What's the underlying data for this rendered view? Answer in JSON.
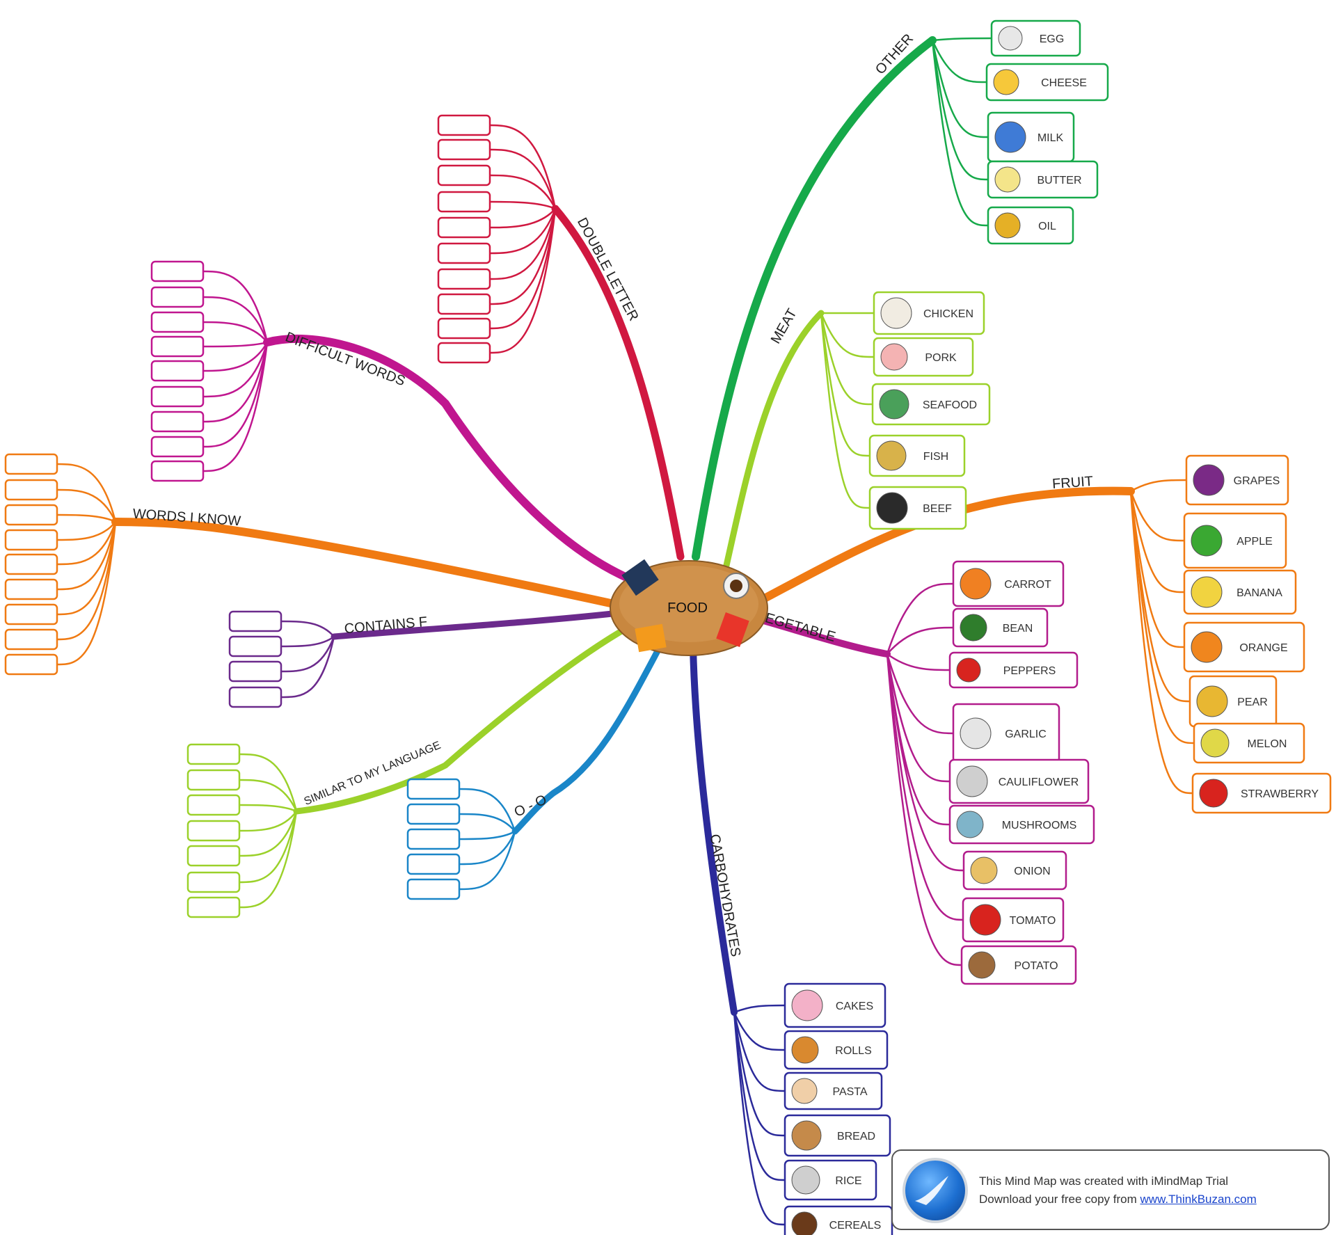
{
  "center": {
    "label": "FOOD"
  },
  "branches": {
    "other": {
      "label": "OTHER",
      "color": "#16a94a",
      "items": [
        "EGG",
        "CHEESE",
        "MILK",
        "BUTTER",
        "OIL"
      ]
    },
    "meat": {
      "label": "MEAT",
      "color": "#9bd12a",
      "items": [
        "CHICKEN",
        "PORK",
        "SEAFOOD",
        "FISH",
        "BEEF"
      ]
    },
    "fruit": {
      "label": "FRUIT",
      "color": "#f07a12",
      "items": [
        "GRAPES",
        "APPLE",
        "BANANA",
        "ORANGE",
        "PEAR",
        "MELON",
        "STRAWBERRY"
      ]
    },
    "vegetable": {
      "label": "VEGETABLE",
      "color": "#b21c8c",
      "items": [
        "CARROT",
        "BEAN",
        "PEPPERS",
        "GARLIC",
        "CAULIFLOWER",
        "MUSHROOMS",
        "ONION",
        "TOMATO",
        "POTATO"
      ]
    },
    "carbohydrates": {
      "label": "CARBOHYDRATES",
      "color": "#2b2a9a",
      "items": [
        "CAKES",
        "ROLLS",
        "PASTA",
        "BREAD",
        "RICE",
        "CEREALS"
      ]
    },
    "double_letter": {
      "label": "DOUBLE LETTER",
      "color": "#d01840",
      "blank_count": 10
    },
    "difficult_words": {
      "label": "DIFFICULT WORDS",
      "color": "#c0168f",
      "blank_count": 9
    },
    "words_i_know": {
      "label": "WORDS I KNOW",
      "color": "#f07a12",
      "blank_count": 9
    },
    "contains_f": {
      "label": "CONTAINS F",
      "color": "#6b2a8c",
      "blank_count": 4
    },
    "similar_to_my_language": {
      "label": "SIMILAR TO MY LANGUAGE",
      "color": "#9bd12a",
      "blank_count": 7
    },
    "o_o": {
      "label": "O - O",
      "color": "#1a86c8",
      "blank_count": 5
    }
  },
  "credit": {
    "line1": "This Mind Map was created with iMindMap Trial",
    "line2_prefix": "Download your free copy from",
    "link": "www.ThinkBuzan.com"
  }
}
